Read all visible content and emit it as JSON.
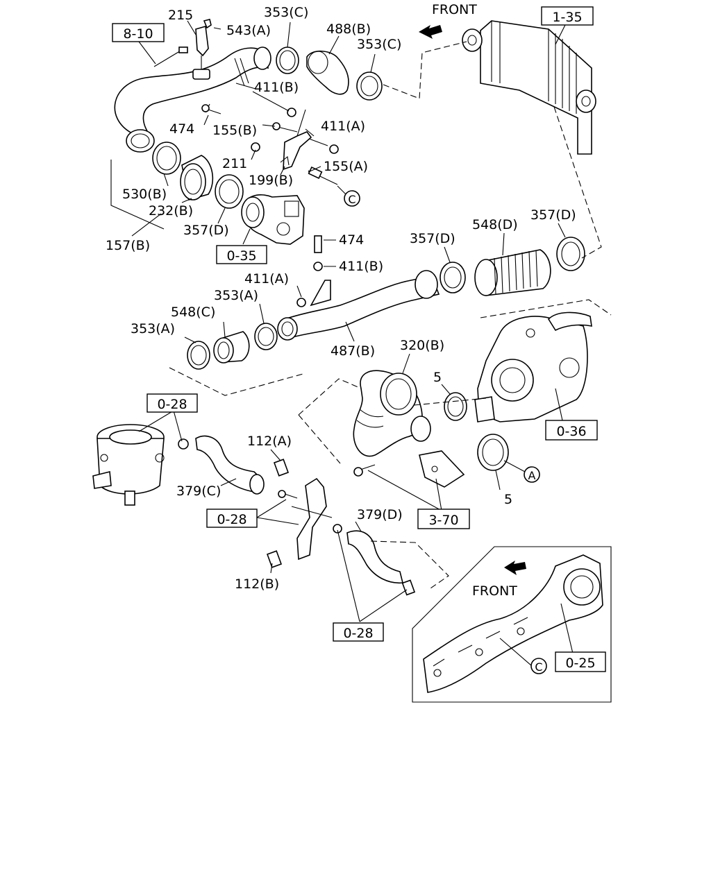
{
  "labels": {
    "l215": "215",
    "l543a": "543(A)",
    "l353c_1": "353(C)",
    "l488b": "488(B)",
    "l353c_2": "353(C)",
    "l411b_1": "411(B)",
    "l474_1": "474",
    "l155b": "155(B)",
    "l411a_1": "411(A)",
    "l211": "211",
    "l155a": "155(A)",
    "l199b": "199(B)",
    "l530b": "530(B)",
    "l232b": "232(B)",
    "l357d_1": "357(D)",
    "l157b": "157(B)",
    "l474_2": "474",
    "l411b_2": "411(B)",
    "l411a_2": "411(A)",
    "l353a_1": "353(A)",
    "l548c": "548(C)",
    "l353a_2": "353(A)",
    "l487b": "487(B)",
    "l357d_2": "357(D)",
    "l548d": "548(D)",
    "l357d_3": "357(D)",
    "l320b": "320(B)",
    "l5_1": "5",
    "l5_2": "5",
    "l112a": "112(A)",
    "l379c": "379(C)",
    "l379d": "379(D)",
    "l112b": "112(B)",
    "front_1": "FRONT",
    "front_2": "FRONT"
  },
  "refs": {
    "r810": "8-10",
    "r135": "1-35",
    "r035": "0-35",
    "r036": "0-36",
    "r028_1": "0-28",
    "r028_2": "0-28",
    "r028_3": "0-28",
    "r370": "3-70",
    "r025": "0-25"
  },
  "markers": {
    "mc_1": "C",
    "mc_2": "C",
    "ma": "A"
  }
}
